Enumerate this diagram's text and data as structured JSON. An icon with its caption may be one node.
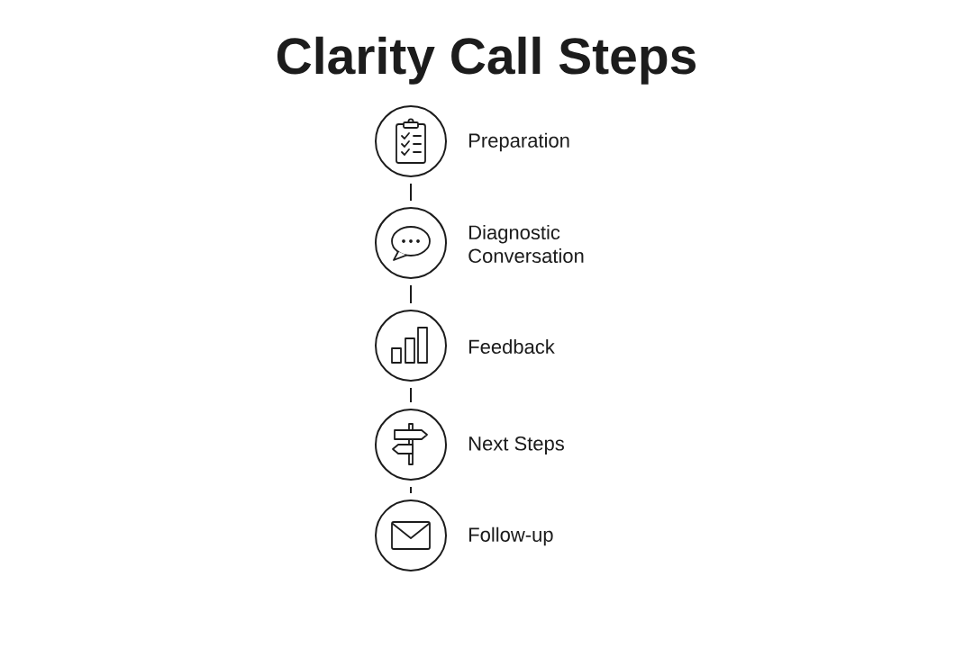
{
  "diagram": {
    "title": "Clarity Call Steps",
    "nodes": [
      {
        "text": [],
        "shape": "circle",
        "beside": [
          "Preparation"
        ]
      },
      {
        "text": [],
        "shape": "circle",
        "beside": [
          "Diagnostic Conversation"
        ]
      },
      {
        "text": [],
        "shape": "circle",
        "beside": [
          "Feedback"
        ]
      },
      {
        "text": [],
        "shape": "circle",
        "beside": [
          "Next Steps"
        ]
      },
      {
        "text": [],
        "shape": "circle",
        "beside": [
          "Follow-up"
        ]
      }
    ],
    "edges": [
      {
        "from": 0,
        "to": 1,
        "arrow": "none"
      },
      {
        "from": 1,
        "to": 2,
        "arrow": "none"
      },
      {
        "from": 2,
        "to": 3,
        "arrow": "none"
      },
      {
        "from": 3,
        "to": 4,
        "arrow": "none"
      }
    ]
  }
}
